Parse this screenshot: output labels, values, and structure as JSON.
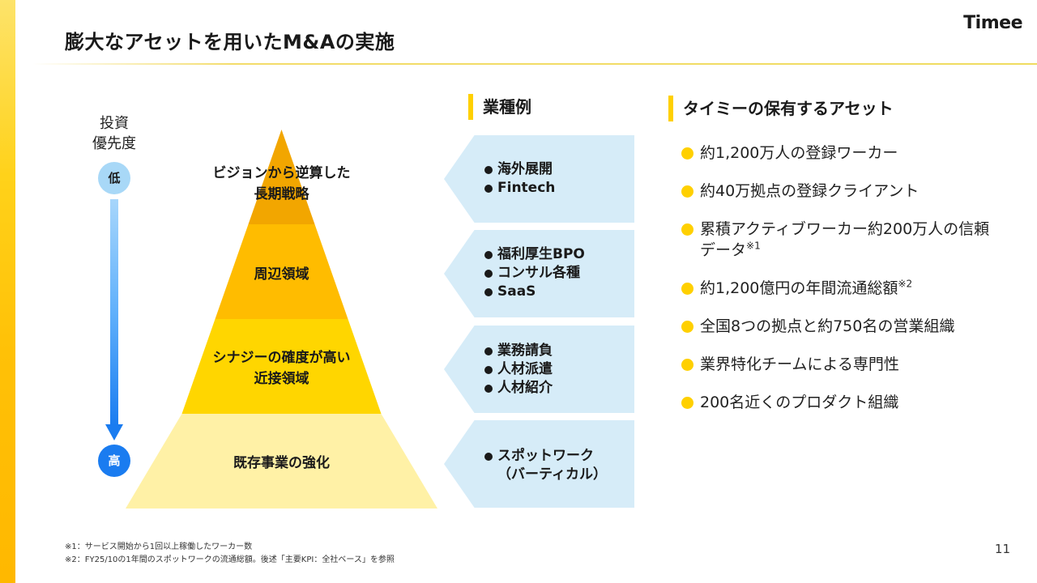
{
  "header": {
    "title": "膨大なアセットを用いたM&Aの実施",
    "logo": "Timee"
  },
  "priority": {
    "label_line1": "投資",
    "label_line2": "優先度",
    "low": "低",
    "high": "高"
  },
  "pyramid": {
    "tiers": [
      {
        "line1": "ビジョンから逆算した",
        "line2": "長期戦略",
        "color": "#f2a600"
      },
      {
        "line1": "周辺領域",
        "line2": "",
        "color": "#ffbc00"
      },
      {
        "line1": "シナジーの確度が高い",
        "line2": "近接領域",
        "color": "#ffd600"
      },
      {
        "line1": "既存事業の強化",
        "line2": "",
        "color": "#fff1a6"
      }
    ]
  },
  "industry": {
    "heading": "業種例",
    "groups": [
      {
        "items": [
          "海外展開",
          "Fintech"
        ]
      },
      {
        "items": [
          "福利厚生BPO",
          "コンサル各種",
          "SaaS"
        ]
      },
      {
        "items": [
          "業務請負",
          "人材派遣",
          "人材紹介"
        ]
      },
      {
        "items": [
          "スポットワーク",
          "（バーティカル）"
        ]
      }
    ]
  },
  "assets": {
    "heading": "タイミーの保有するアセット",
    "items": [
      {
        "text": "約1,200万人の登録ワーカー",
        "note": ""
      },
      {
        "text": "約40万拠点の登録クライアント",
        "note": ""
      },
      {
        "text": "累積アクティブワーカー約200万人の信頼データ",
        "note": "※1"
      },
      {
        "text": "約1,200億円の年間流通総額",
        "note": "※2"
      },
      {
        "text": "全国8つの拠点と約750名の営業組織",
        "note": ""
      },
      {
        "text": "業界特化チームによる専門性",
        "note": ""
      },
      {
        "text": "200名近くのプロダクト組織",
        "note": ""
      }
    ]
  },
  "footnotes": [
    "※1：サービス開始から1回以上稼働したワーカー数",
    "※2：FY25/10の1年間のスポットワークの流通総額。後述「主要KPI：全社ベース」を参照"
  ],
  "page_number": "11",
  "colors": {
    "accent_yellow": "#ffd000",
    "arrow_blue": "#1a7cf0",
    "box_blue": "#d6ecf8"
  }
}
